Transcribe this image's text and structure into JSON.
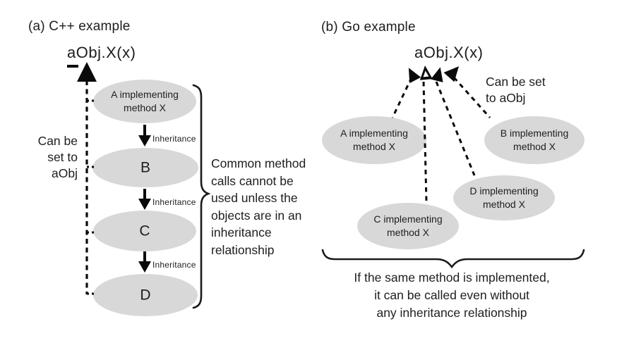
{
  "colors": {
    "ellipse_fill": "#d8d8d8",
    "line_color": "#0a0a0a",
    "text_color": "#1e1e1e"
  },
  "panel_a": {
    "title": "(a) C++ example",
    "call_expression": "aObj.X(x)",
    "side_note": "Can be\nset to\naObj",
    "edge_label": "Inheritance",
    "nodes": [
      {
        "id": "A",
        "label": "A implementing\nmethod X"
      },
      {
        "id": "B",
        "label": "B"
      },
      {
        "id": "C",
        "label": "C"
      },
      {
        "id": "D",
        "label": "D"
      }
    ],
    "brace_note": "Common method\ncalls cannot be\nused unless the\nobjects are in an\ninheritance\nrelationship"
  },
  "panel_b": {
    "title": "(b) Go example",
    "call_expression": "aObj.X(x)",
    "side_note": "Can be set\nto aObj",
    "nodes": [
      {
        "id": "A",
        "label": "A implementing\nmethod X"
      },
      {
        "id": "B",
        "label": "B implementing\nmethod X"
      },
      {
        "id": "C",
        "label": "C implementing\nmethod X"
      },
      {
        "id": "D",
        "label": "D implementing\nmethod X"
      }
    ],
    "caption": "If the same method is implemented,\nit can be called even without\nany inheritance relationship"
  }
}
